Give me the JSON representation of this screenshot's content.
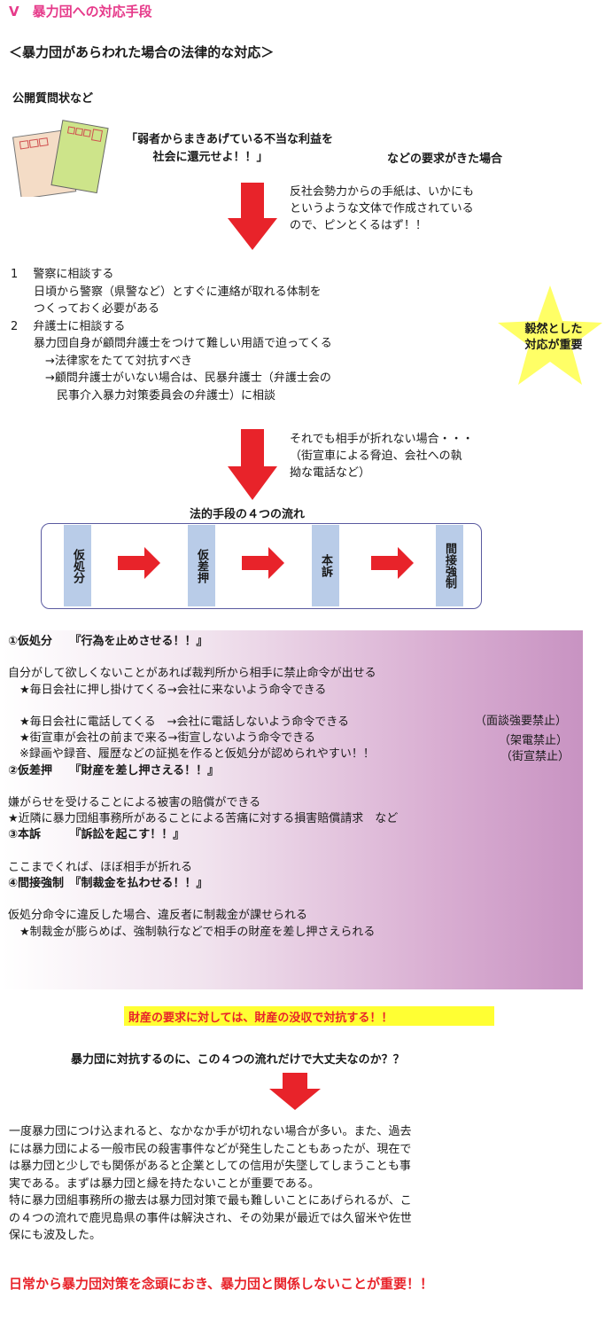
{
  "title": "V　暴力団への対応手段",
  "subtitle": "＜暴力団があらわれた場合の法律的な対応＞",
  "section_heading": "公開質問状など",
  "quote": {
    "line1": "「弱者からまきあげている不当な利益を",
    "line2": "　　 社会に還元せよ！！」",
    "tail": "などの要求がきた場合"
  },
  "note1": "反社会勢力からの手紙は、いかにも\nというような文体で作成されている\nので、ピンとくるはず！！",
  "list_text": "1　 警察に相談する\n　　日頃から警察（県警など）とすぐに連絡が取れる体制を\n　　つくっておく必要がある\n2　 弁護士に相談する\n　　暴力団自身が顧問弁護士をつけて難しい用語で迫ってくる\n　　　→法律家をたてて対抗すべき\n　　　→顧問弁護士がいない場合は、民暴弁護士（弁護士会の\n　　　　民事介入暴力対策委員会の弁護士）に相談",
  "star_text": "毅然とした\n対応が重要",
  "note2": "それでも相手が折れない場合・・・\n（街宣車による脅迫、会社への執\n拗な電話など）",
  "flow": {
    "title": "法的手段の４つの流れ",
    "steps": [
      "仮処分",
      "仮差押",
      "本訴",
      "間接強制"
    ]
  },
  "mid": {
    "h1": "①仮処分　　『行為を止めさせる！！』",
    "p1": "自分がして欲しくないことがあれば裁判所から相手に禁止命令が出せる",
    "p2": "　★毎日会社に押し掛けてくる→会社に来ないよう命令できる",
    "p2r": "（面談強要禁止）",
    "p3": "　★毎日会社に電話してくる　→会社に電話しないよう命令できる",
    "p3r": "（架電禁止）",
    "p4": "　★街宣車が会社の前まで来る→街宣しないよう命令できる",
    "p4r": "（街宣禁止）",
    "p5": "　※録画や録音、履歴などの証拠を作ると仮処分が認められやすい！！",
    "h2": "②仮差押　　『財産を差し押さえる！！』",
    "q1": "嫌がらせを受けることによる被害の賠償ができる",
    "q2": "★近隣に暴力団組事務所があることによる苦痛に対する損害賠償請求　など",
    "h3": "③本訴　　　『訴訟を起こす！！』",
    "r1": "ここまでくれば、ほぼ相手が折れる",
    "h4": "④間接強制　『制裁金を払わせる！！』",
    "s1": "仮処分命令に違反した場合、違反者に制裁金が課せられる",
    "s2": "　★制裁金が膨らめば、強制執行などで相手の財産を差し押さえられる"
  },
  "highlight": "財産の要求に対しては、財産の没収で対抗する！！",
  "question": "暴力団に対抗するのに、この４つの流れだけで大丈夫なのか？？",
  "bottom_text": "一度暴力団につけ込まれると、なかなか手が切れない場合が多い。また、過去\nには暴力団による一般市民の殺害事件などが発生したこともあったが、現在で\nは暴力団と少しでも関係があると企業としての信用が失墜してしまうことも事\n実である。まずは暴力団と縁を持たないことが重要である。\n特に暴力団組事務所の撤去は暴力団対策で最も難しいことにあげられるが、こ\nの４つの流れで鹿児島県の事件は解決され、その効果が最近では久留米や佐世\n保にも波及した。",
  "final": "日常から暴力団対策を念頭におき、暴力団と関係しないことが重要！！",
  "colors": {
    "title": "#e63a8a",
    "arrow": "#e8232a",
    "highlight_bg": "#ffff33",
    "step_bg": "#b9cce8",
    "star": "#ffff66"
  }
}
